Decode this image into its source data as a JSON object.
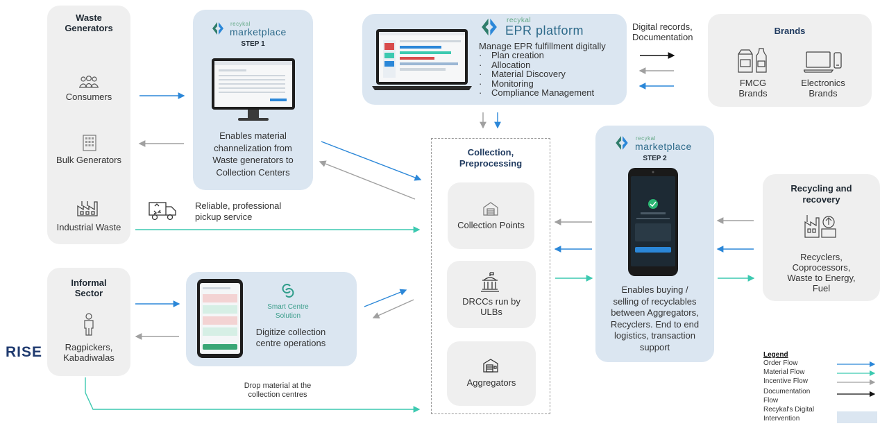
{
  "waste_generators": {
    "title": "Waste\nGenerators",
    "items": [
      "Consumers",
      "Bulk Generators",
      "Industrial Waste"
    ]
  },
  "informal_sector": {
    "title": "Informal\nSector",
    "item": "Ragpickers,\nKabadiwalas"
  },
  "rise_logo": "RISE",
  "marketplace_step1": {
    "brand": "recykal",
    "product": "marketplace",
    "step": "STEP 1",
    "description": "Enables material\nchannelization from\nWaste generators to\nCollection Centers"
  },
  "epr_platform": {
    "brand": "recykal",
    "product": "EPR platform",
    "heading": "Manage EPR fulfillment digitally",
    "bullets": [
      "Plan creation",
      "Allocation",
      "Material Discovery",
      "Monitoring",
      "Compliance Management"
    ]
  },
  "digital_records_label": "Digital records,\nDocumentation",
  "brands": {
    "title": "Brands",
    "items": [
      "FMCG\nBrands",
      "Electronics\nBrands"
    ]
  },
  "pickup_label": "Reliable, professional\npickup service",
  "smart_centre": {
    "logo": "Smart Centre\nSolution",
    "description": "Digitize collection\ncentre operations"
  },
  "collection": {
    "title": "Collection,\nPreprocessing",
    "items": [
      "Collection Points",
      "DRCCs run by\nULBs",
      "Aggregators"
    ]
  },
  "marketplace_step2": {
    "brand": "recykal",
    "product": "marketplace",
    "step": "STEP 2",
    "description": "Enables buying /\nselling of recyclables\nbetween Aggregators,\nRecyclers. End to end\nlogistics, transaction\nsupport"
  },
  "recycling": {
    "title": "Recycling and\nrecovery",
    "item": "Recyclers,\nCoprocessors,\nWaste to Energy,\nFuel"
  },
  "drop_label": "Drop material at the\ncollection centres",
  "legend": {
    "title": "Legend",
    "items": [
      "Order Flow",
      "Material Flow",
      "Incentive Flow",
      "Documentation\nFlow",
      "Recykal's Digital\nIntervention"
    ]
  },
  "colors": {
    "order": "#2b87d8",
    "material": "#3cc9b0",
    "incentive": "#a0a0a0",
    "documentation": "#111111",
    "intervention": "#dbe6f1"
  }
}
